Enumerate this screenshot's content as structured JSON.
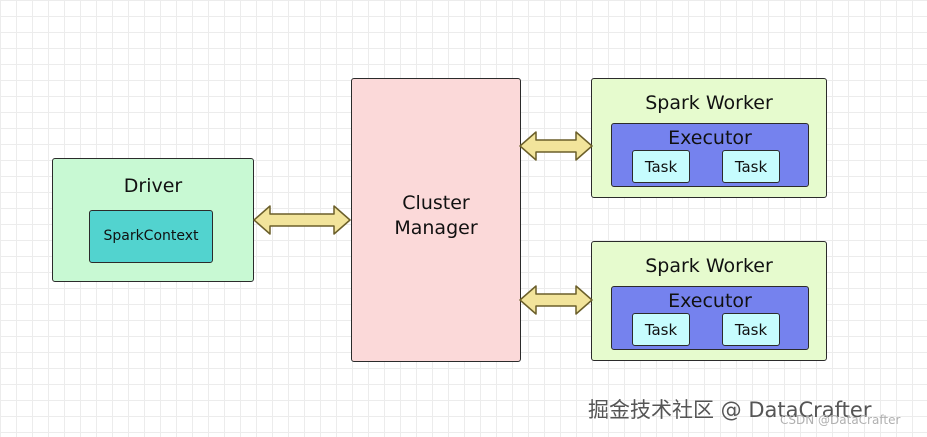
{
  "driver": {
    "title": "Driver",
    "context": "SparkContext"
  },
  "cluster_manager": {
    "line1": "Cluster",
    "line2": "Manager"
  },
  "workers": [
    {
      "title": "Spark Worker",
      "executor": {
        "title": "Executor",
        "tasks": [
          "Task",
          "Task"
        ]
      }
    },
    {
      "title": "Spark Worker",
      "executor": {
        "title": "Executor",
        "tasks": [
          "Task",
          "Task"
        ]
      }
    }
  ],
  "watermark": {
    "main": "掘金技术社区 @ DataCrafter",
    "sub": "CSDN @DataCrafter"
  },
  "colors": {
    "driver": "#c8f9d3",
    "spark_context": "#52d3cf",
    "cluster_manager": "#fbd9d9",
    "worker": "#e6fbce",
    "executor": "#7582ee",
    "task": "#c6fcfe",
    "arrow": "#f2e49b"
  }
}
